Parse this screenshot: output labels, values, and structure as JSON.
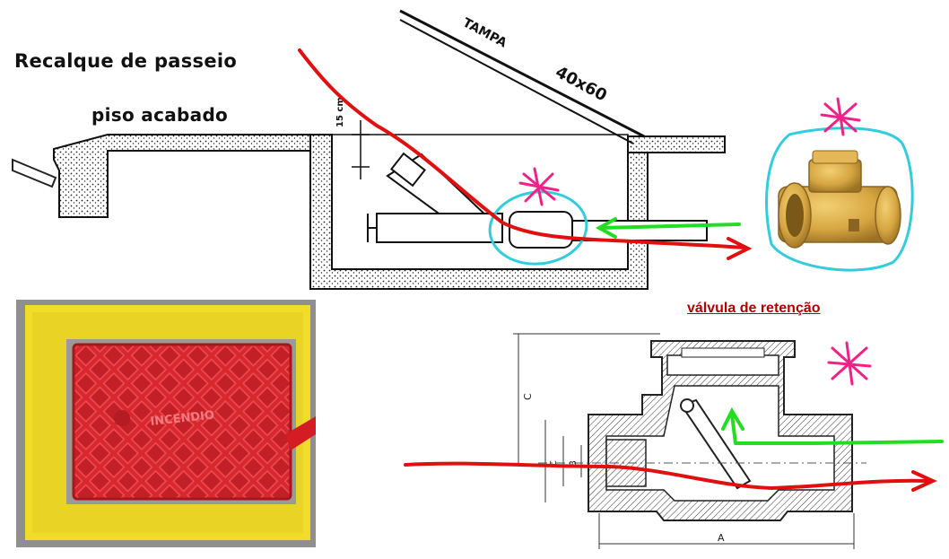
{
  "labels": {
    "recalque": "Recalque de passeio",
    "piso": "piso acabado",
    "tampa": "TAMPA",
    "tampa_size": "40x60",
    "depth": "15 cm",
    "valve_title": "válvula de retenção",
    "cover_text": "INCENDIO",
    "dim_a": "A",
    "dim_b": "B",
    "dim_c_vertical": "C",
    "dim_c_horizontal": "C"
  },
  "colors": {
    "flow_in": "#e01010",
    "flow_back": "#22dd22",
    "highlight": "#33ccdd",
    "marker": "#ee2288",
    "cover_red": "#d8282f",
    "frame_yellow": "#f2dc2a",
    "brass": "#d6a642"
  }
}
